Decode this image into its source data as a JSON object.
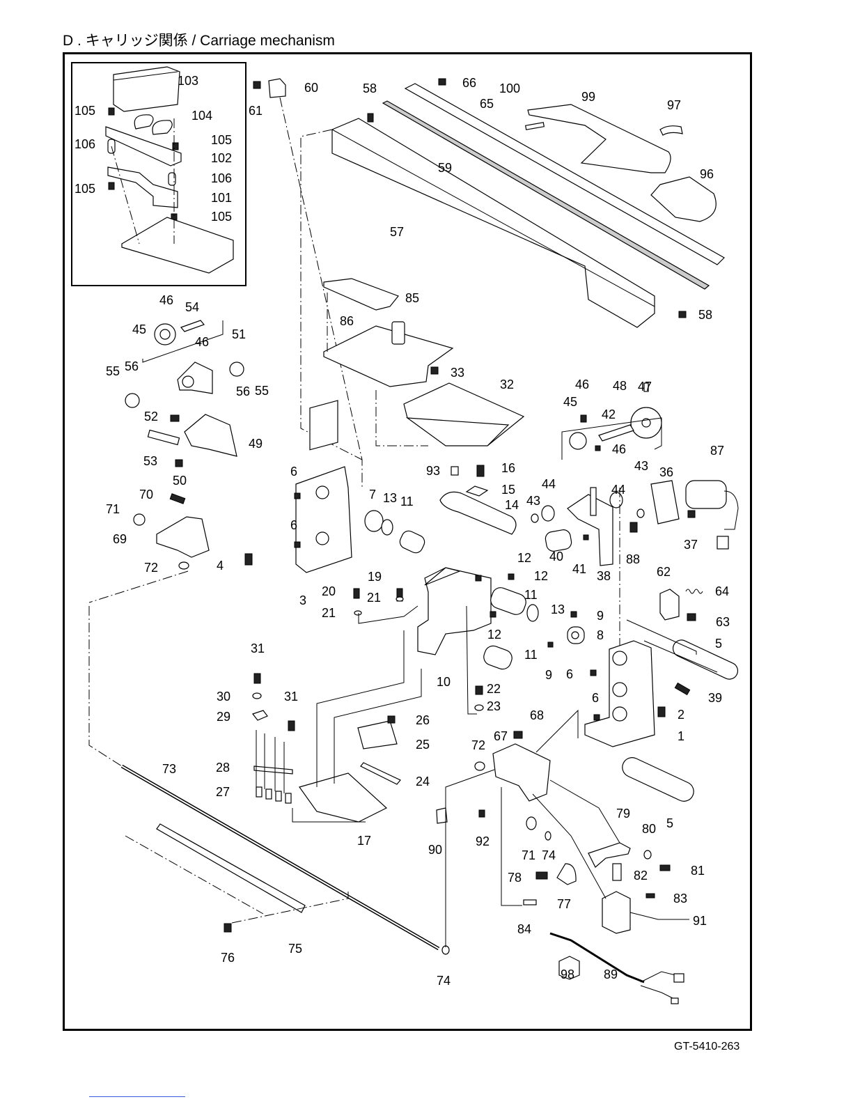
{
  "title": "D . キャリッジ関係 / Carriage mechanism",
  "footer_code": "GT-5410-263",
  "callouts": [
    {
      "label": "103"
    },
    {
      "label": "105"
    },
    {
      "label": "104"
    },
    {
      "label": "105"
    },
    {
      "label": "106"
    },
    {
      "label": "102"
    },
    {
      "label": "106"
    },
    {
      "label": "105"
    },
    {
      "label": "101"
    },
    {
      "label": "105"
    },
    {
      "label": "61"
    },
    {
      "label": "60"
    },
    {
      "label": "58"
    },
    {
      "label": "66"
    },
    {
      "label": "100"
    },
    {
      "label": "65"
    },
    {
      "label": "99"
    },
    {
      "label": "97"
    },
    {
      "label": "59"
    },
    {
      "label": "96"
    },
    {
      "label": "57"
    },
    {
      "label": "58"
    },
    {
      "label": "85"
    },
    {
      "label": "86"
    },
    {
      "label": "45"
    },
    {
      "label": "46"
    },
    {
      "label": "54"
    },
    {
      "label": "46"
    },
    {
      "label": "51"
    },
    {
      "label": "55"
    },
    {
      "label": "56"
    },
    {
      "label": "56"
    },
    {
      "label": "55"
    },
    {
      "label": "52"
    },
    {
      "label": "53"
    },
    {
      "label": "49"
    },
    {
      "label": "50"
    },
    {
      "label": "33"
    },
    {
      "label": "32"
    },
    {
      "label": "93"
    },
    {
      "label": "16"
    },
    {
      "label": "15"
    },
    {
      "label": "14"
    },
    {
      "label": "46"
    },
    {
      "label": "48"
    },
    {
      "label": "47"
    },
    {
      "label": "45"
    },
    {
      "label": "42"
    },
    {
      "label": "46"
    },
    {
      "label": "87"
    },
    {
      "label": "44"
    },
    {
      "label": "43"
    },
    {
      "label": "44"
    },
    {
      "label": "43"
    },
    {
      "label": "36"
    },
    {
      "label": "40"
    },
    {
      "label": "41"
    },
    {
      "label": "38"
    },
    {
      "label": "88"
    },
    {
      "label": "37"
    },
    {
      "label": "70"
    },
    {
      "label": "71"
    },
    {
      "label": "69"
    },
    {
      "label": "72"
    },
    {
      "label": "6"
    },
    {
      "label": "6"
    },
    {
      "label": "7"
    },
    {
      "label": "13"
    },
    {
      "label": "11"
    },
    {
      "label": "4"
    },
    {
      "label": "3"
    },
    {
      "label": "12"
    },
    {
      "label": "12"
    },
    {
      "label": "19"
    },
    {
      "label": "20"
    },
    {
      "label": "21"
    },
    {
      "label": "21"
    },
    {
      "label": "11"
    },
    {
      "label": "13"
    },
    {
      "label": "12"
    },
    {
      "label": "11"
    },
    {
      "label": "10"
    },
    {
      "label": "9"
    },
    {
      "label": "8"
    },
    {
      "label": "9"
    },
    {
      "label": "62"
    },
    {
      "label": "64"
    },
    {
      "label": "63"
    },
    {
      "label": "5"
    },
    {
      "label": "6"
    },
    {
      "label": "39"
    },
    {
      "label": "6"
    },
    {
      "label": "2"
    },
    {
      "label": "1"
    },
    {
      "label": "22"
    },
    {
      "label": "23"
    },
    {
      "label": "31"
    },
    {
      "label": "30"
    },
    {
      "label": "31"
    },
    {
      "label": "29"
    },
    {
      "label": "26"
    },
    {
      "label": "25"
    },
    {
      "label": "68"
    },
    {
      "label": "72"
    },
    {
      "label": "67"
    },
    {
      "label": "73"
    },
    {
      "label": "28"
    },
    {
      "label": "27"
    },
    {
      "label": "24"
    },
    {
      "label": "17"
    },
    {
      "label": "90"
    },
    {
      "label": "92"
    },
    {
      "label": "71"
    },
    {
      "label": "74"
    },
    {
      "label": "79"
    },
    {
      "label": "80"
    },
    {
      "label": "5"
    },
    {
      "label": "81"
    },
    {
      "label": "78"
    },
    {
      "label": "82"
    },
    {
      "label": "83"
    },
    {
      "label": "77"
    },
    {
      "label": "84"
    },
    {
      "label": "91"
    },
    {
      "label": "76"
    },
    {
      "label": "75"
    },
    {
      "label": "74"
    },
    {
      "label": "98"
    },
    {
      "label": "89"
    }
  ]
}
